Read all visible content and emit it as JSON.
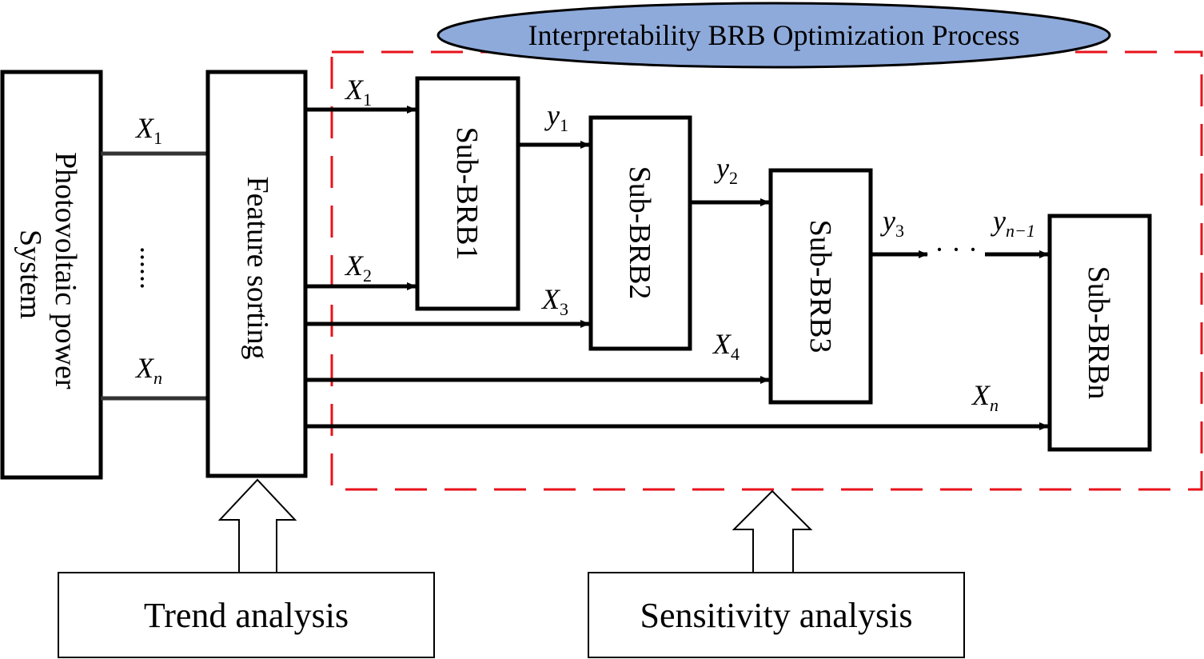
{
  "title": "Interpretability BRB Optimization Process",
  "blocks": {
    "pv": {
      "line1": "Photovoltaic power",
      "line2": "System"
    },
    "feature": "Feature sorting",
    "sub1": "Sub-BRB1",
    "sub2": "Sub-BRB2",
    "sub3": "Sub-BRB3",
    "subn": "Sub-BRBn"
  },
  "inputs": {
    "x1": {
      "base": "X",
      "sub": "1"
    },
    "x2": {
      "base": "X",
      "sub": "2"
    },
    "x3": {
      "base": "X",
      "sub": "3"
    },
    "x4": {
      "base": "X",
      "sub": "4"
    },
    "xn": {
      "base": "X",
      "sub": "n"
    },
    "dots": "......"
  },
  "outputs": {
    "y1": {
      "base": "y",
      "sub": "1"
    },
    "y2": {
      "base": "y",
      "sub": "2"
    },
    "y3": {
      "base": "y",
      "sub": "3"
    },
    "yn1": {
      "base": "y",
      "sub": "n−1"
    },
    "dots": "· · ·"
  },
  "analysis": {
    "trend": "Trend analysis",
    "sensitivity": "Sensitivity analysis"
  },
  "colors": {
    "ellipse_fill": "#8eaadb",
    "dashed_border": "#e8121b",
    "stroke": "#000000"
  }
}
